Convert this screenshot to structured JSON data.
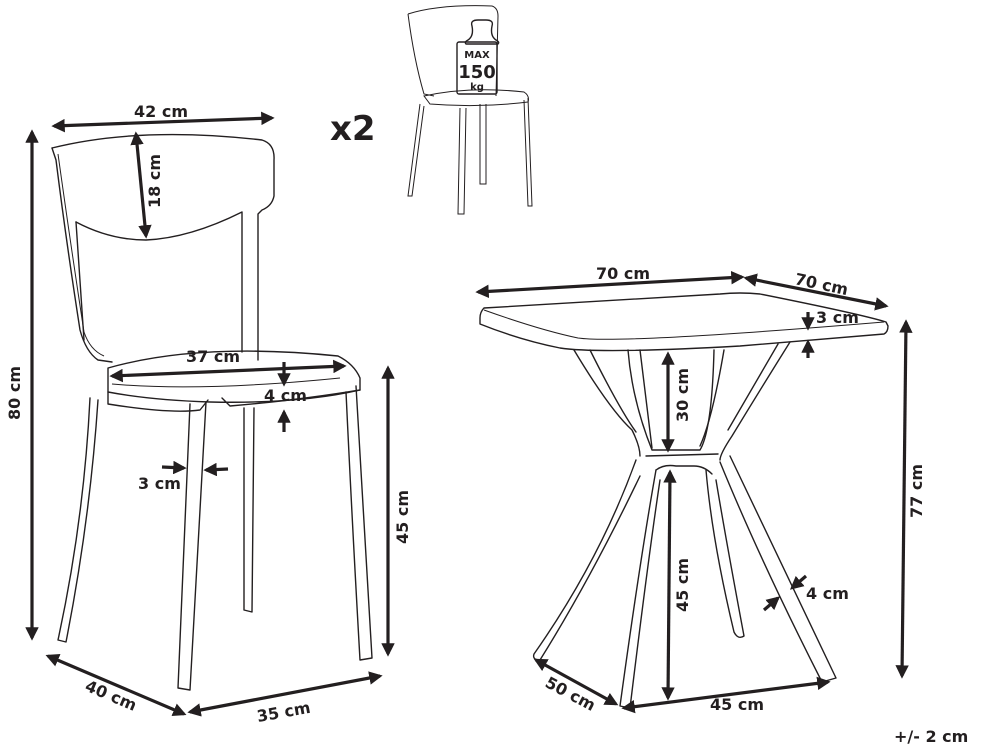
{
  "diagram": {
    "type": "product-dimension-drawing",
    "quantity_label": "x2",
    "tolerance_label": "+/- 2 cm",
    "colors": {
      "line": "#231f20",
      "background": "#ffffff"
    },
    "weight_badge": {
      "top": "MAX",
      "value": "150",
      "unit": "kg"
    },
    "chair": {
      "width_top": "42 cm",
      "backrest_height": "18 cm",
      "total_height": "80 cm",
      "seat_width": "37 cm",
      "seat_thickness": "4 cm",
      "leg_thickness": "3 cm",
      "seat_height": "45 cm",
      "depth": "40 cm",
      "base_width": "35 cm"
    },
    "table": {
      "width": "70 cm",
      "depth": "70 cm",
      "top_thickness": "3 cm",
      "upper_leg_height": "30 cm",
      "total_height": "77 cm",
      "lower_leg_height": "45 cm",
      "leg_thickness": "4 cm",
      "base_depth": "50 cm",
      "base_width": "45 cm"
    }
  }
}
